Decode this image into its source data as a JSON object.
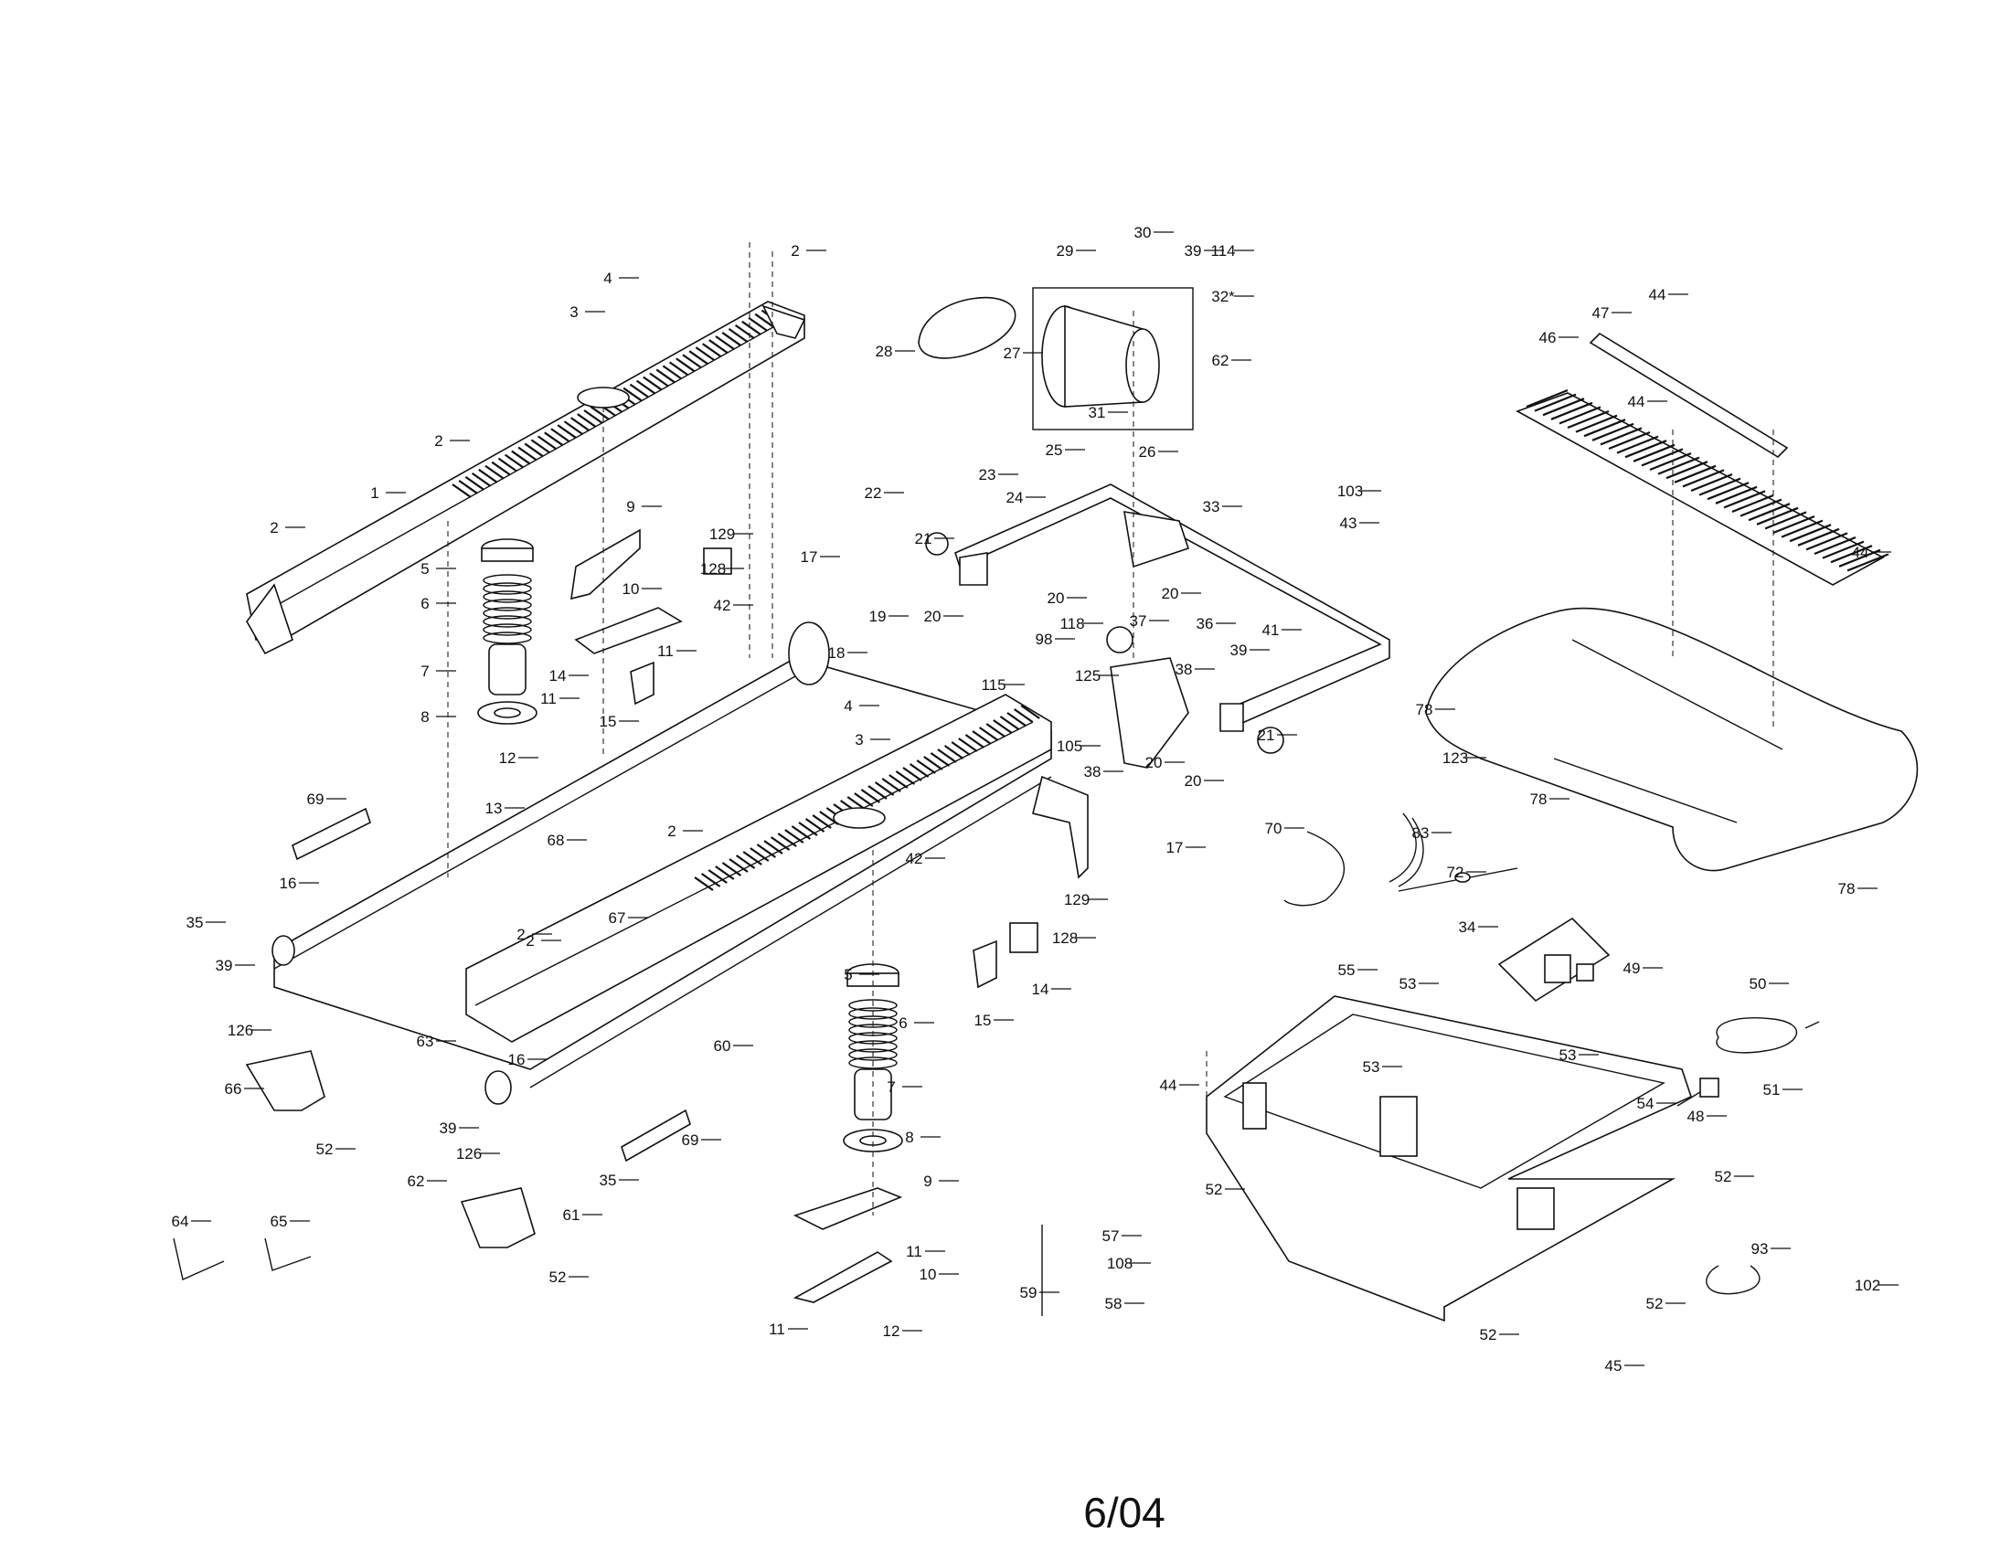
{
  "page_number": "6/04",
  "callouts": [
    "2",
    "2",
    "2",
    "2",
    "2",
    "2",
    "3",
    "3",
    "4",
    "4",
    "1",
    "5",
    "5",
    "6",
    "6",
    "7",
    "7",
    "8",
    "8",
    "9",
    "9",
    "10",
    "10",
    "11",
    "11",
    "11",
    "11",
    "12",
    "12",
    "13",
    "14",
    "14",
    "15",
    "15",
    "16",
    "16",
    "17",
    "17",
    "18",
    "19",
    "20",
    "20",
    "20",
    "20",
    "20",
    "21",
    "21",
    "22",
    "23",
    "24",
    "25",
    "26",
    "27",
    "28",
    "29",
    "30",
    "31",
    "32*",
    "33",
    "34",
    "35",
    "35",
    "36",
    "37",
    "38",
    "38",
    "39",
    "39",
    "39",
    "39",
    "41",
    "42",
    "42",
    "43",
    "44",
    "44",
    "44",
    "44",
    "45",
    "46",
    "47",
    "48",
    "49",
    "50",
    "51",
    "52",
    "52",
    "52",
    "52",
    "52",
    "52",
    "53",
    "53",
    "53",
    "54",
    "55",
    "57",
    "58",
    "59",
    "60",
    "61",
    "62",
    "62",
    "63",
    "64",
    "65",
    "66",
    "67",
    "68",
    "69",
    "69",
    "70",
    "72",
    "78",
    "78",
    "78",
    "83",
    "93",
    "98",
    "102",
    "103",
    "105",
    "108",
    "114",
    "115",
    "118",
    "123",
    "125",
    "126",
    "126",
    "128",
    "128",
    "129",
    "129"
  ]
}
